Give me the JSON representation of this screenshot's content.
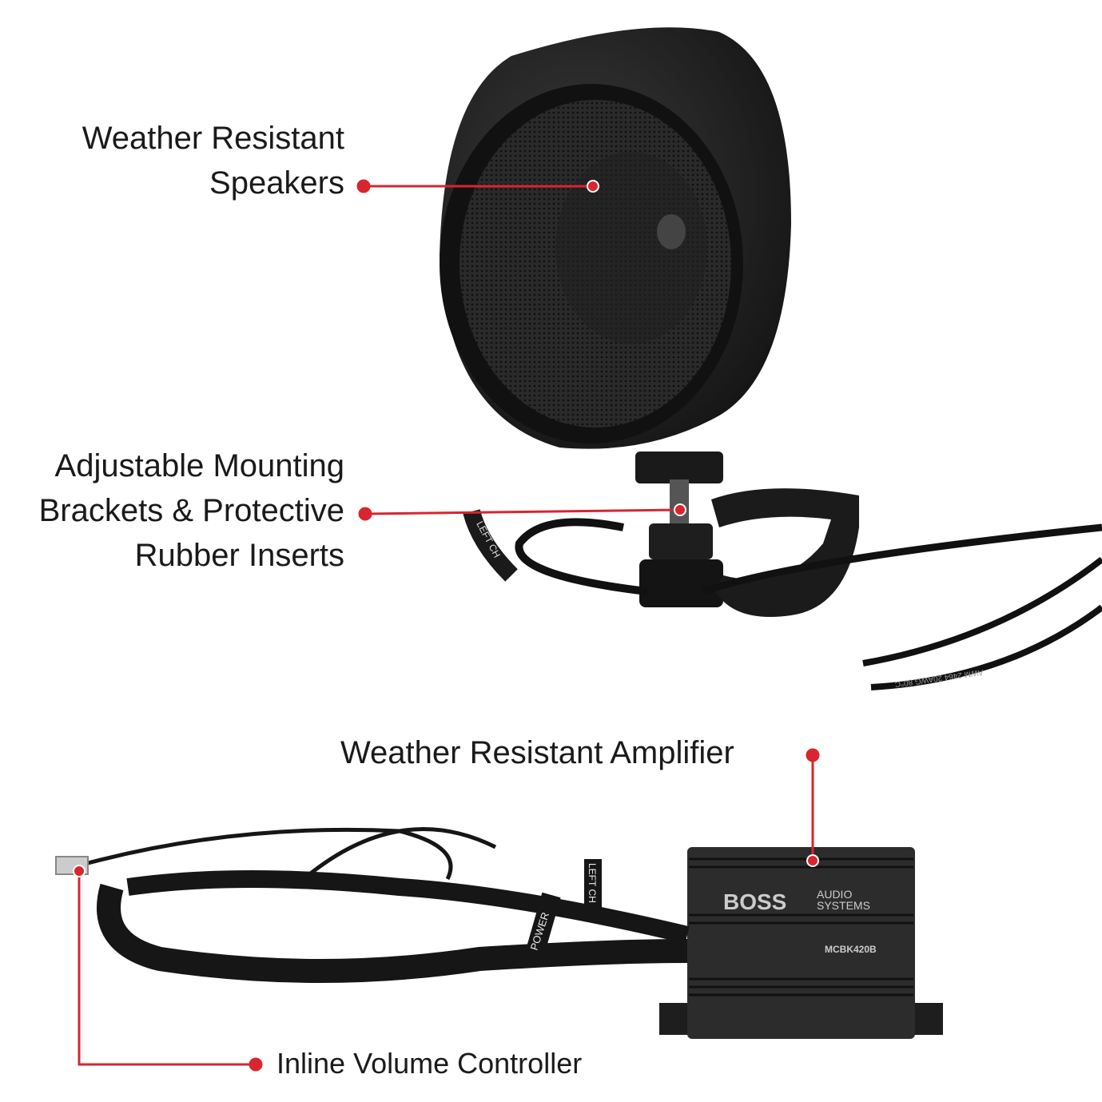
{
  "callouts": {
    "speakers": {
      "line1": "Weather Resistant",
      "line2": "Speakers"
    },
    "brackets": {
      "line1": "Adjustable Mounting",
      "line2": "Brackets & Protective",
      "line3": "Rubber Inserts"
    },
    "amplifier": {
      "text": "Weather Resistant Amplifier"
    },
    "volume": {
      "text": "Inline Volume Controller"
    }
  },
  "product": {
    "brand_logo": "BOSS",
    "brand_sub1": "AUDIO",
    "brand_sub2": "SYSTEMS",
    "model": "MCBK420B",
    "wire_labels": [
      "LEFT CH",
      "POWER",
      "LEFT CH",
      "AWM 2464 20AWG 80°C"
    ]
  },
  "colors": {
    "callout_red": "#d7262f",
    "text": "#1a1a1a",
    "product_black": "#1c1c1c"
  }
}
